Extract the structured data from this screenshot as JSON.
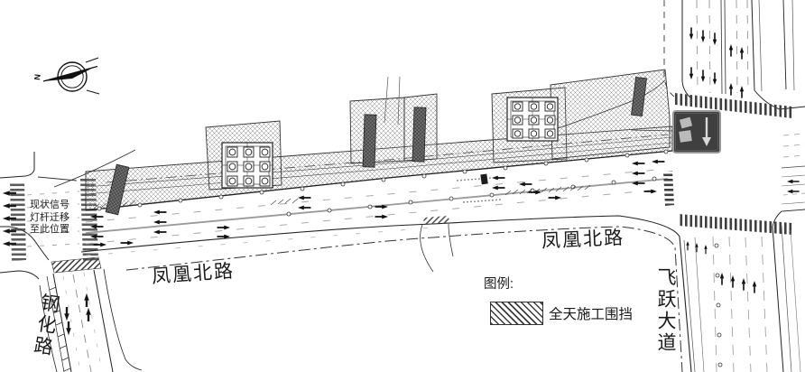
{
  "plan": {
    "north_label": "N",
    "annotation": {
      "lines": [
        "现状信号",
        "灯杆迁移",
        "至此位置"
      ]
    },
    "labels": {
      "fenghuang_west": "凤凰北路",
      "fenghuang_east": "凤凰北路",
      "ganghua_road": "钢化路",
      "feiyue_avenue": "飞跃大道"
    },
    "legend": {
      "title": "图例:",
      "items": [
        {
          "symbol": "diagonal-hatch-swatch",
          "label": "全天施工围挡"
        }
      ]
    },
    "sign": {
      "icon": "down-arrow"
    },
    "colors": {
      "line": "#1a1a1a",
      "construction_hatch": "#8d8d8d",
      "sign_background": "#3f3f3f"
    }
  }
}
